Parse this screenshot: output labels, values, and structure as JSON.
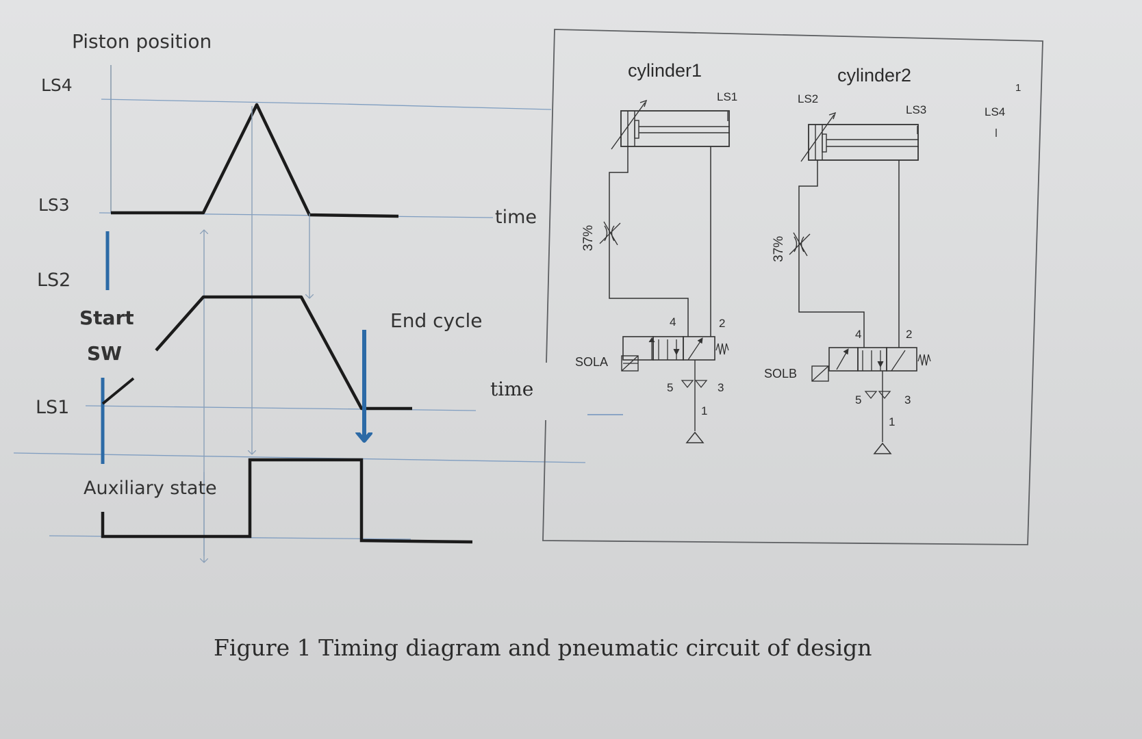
{
  "timing": {
    "title": "Piston position",
    "levels": {
      "ls4": "LS4",
      "ls3": "LS3",
      "ls2": "LS2",
      "ls1": "LS1"
    },
    "start_sw_line1": "Start",
    "start_sw_line2": "SW",
    "end_cycle": "End cycle",
    "time_upper": "time",
    "time_lower": "time",
    "auxiliary": "Auxiliary state"
  },
  "circuit": {
    "cylinder1": "cylinder1",
    "cylinder2": "cylinder2",
    "ls1": "LS1",
    "ls2": "LS2",
    "ls3": "LS3",
    "ls4": "LS4",
    "corner_mark": "1",
    "flow1": "37%",
    "flow2": "37%",
    "sola": "SOLA",
    "solb": "SOLB",
    "v1": {
      "p4": "4",
      "p2": "2",
      "p5": "5",
      "p3": "3",
      "p1": "1"
    },
    "v2": {
      "p4": "4",
      "p2": "2",
      "p5": "5",
      "p3": "3",
      "p1": "1"
    }
  },
  "caption": "Figure 1 Timing diagram and pneumatic circuit of design",
  "colors": {
    "signal": "#1b1b1b",
    "arrow": "#2c6aa6",
    "guide": "#7f9dc0",
    "thin": "#8aa0b8"
  }
}
